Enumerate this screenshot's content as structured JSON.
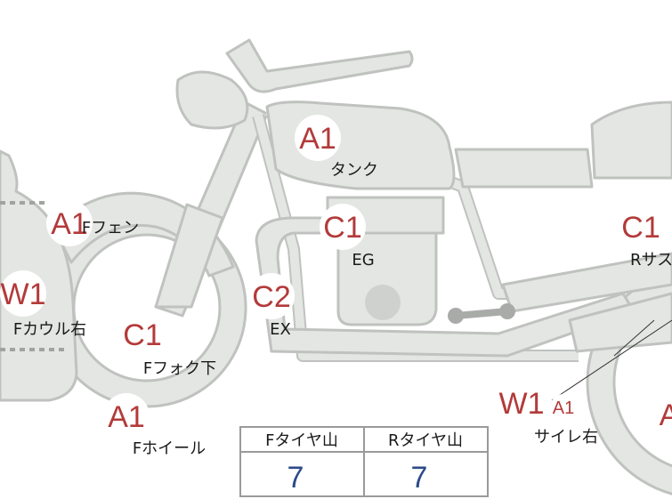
{
  "colors": {
    "bike_fill": "#e4e6e3",
    "bike_stroke": "#bfc2bf",
    "code_red": "#b33a3a",
    "value_blue": "#2c4a8a",
    "table_border": "#9a9a9a"
  },
  "labels": [
    {
      "id": "tank",
      "code": "A1",
      "name": "タンク"
    },
    {
      "id": "f-fender",
      "code": "A1",
      "name": "Fフェン"
    },
    {
      "id": "eg",
      "code": "C1",
      "name": "EG"
    },
    {
      "id": "ex",
      "code": "C2",
      "name": "EX"
    },
    {
      "id": "f-fork-lower",
      "code": "C1",
      "name": "Fフォク下"
    },
    {
      "id": "f-cowl-right",
      "code": "W1",
      "name": "Fカウル右"
    },
    {
      "id": "f-wheel",
      "code": "A1",
      "name": "Fホイール"
    },
    {
      "id": "r-sus",
      "code": "C1",
      "name": "Rサス"
    },
    {
      "id": "silencer-right",
      "code": "W1",
      "name": "サイレ右"
    },
    {
      "id": "r-wheel-edge",
      "code": "A",
      "name": ""
    }
  ],
  "silencer_extra_code": "A1",
  "tire_table": {
    "headers": [
      "Fタイヤ山",
      "Rタイヤ山"
    ],
    "values": [
      "7",
      "7"
    ]
  }
}
